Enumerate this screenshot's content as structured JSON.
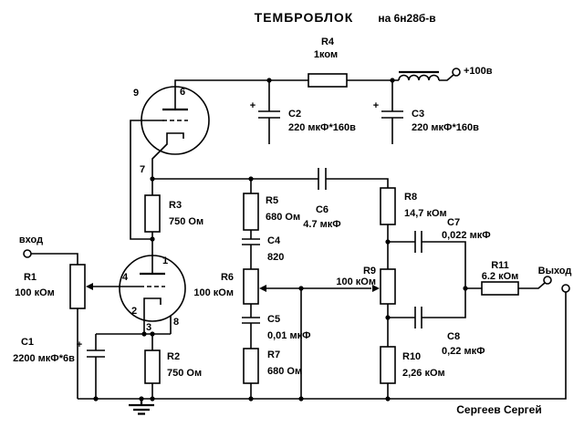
{
  "title": "ТЕМБРОБЛОК",
  "subtitle": "на 6н28б-в",
  "terminals": {
    "power": "+100в",
    "input": "вход",
    "output": "Выход"
  },
  "signature": "Сергеев Сергей",
  "polarity_mark": "+",
  "components": {
    "r1": {
      "name": "R1",
      "value": "100 кОм"
    },
    "r2": {
      "name": "R2",
      "value": "750 Ом"
    },
    "r3": {
      "name": "R3",
      "value": "750 Ом"
    },
    "r4": {
      "name": "R4",
      "value": "1ком"
    },
    "r5": {
      "name": "R5",
      "value": "680 Ом"
    },
    "r6": {
      "name": "R6",
      "value": "100 кОм"
    },
    "r7": {
      "name": "R7",
      "value": "680 Ом"
    },
    "r8": {
      "name": "R8",
      "value": "14,7 кОм"
    },
    "r9": {
      "name": "R9",
      "value": "100 кОм"
    },
    "r10": {
      "name": "R10",
      "value": "2,26 кОм"
    },
    "r11": {
      "name": "R11",
      "value": "6.2 кОм"
    },
    "c1": {
      "name": "C1",
      "value": "2200 мкФ*6в"
    },
    "c2": {
      "name": "C2",
      "value": "220 мкФ*160в"
    },
    "c3": {
      "name": "C3",
      "value": "220 мкФ*160в"
    },
    "c4": {
      "name": "C4",
      "value": "820"
    },
    "c5": {
      "name": "C5",
      "value": "0,01 мкФ"
    },
    "c6": {
      "name": "C6",
      "value": "4.7 мкФ"
    },
    "c7": {
      "name": "C7",
      "value": "0,022 мкФ"
    },
    "c8": {
      "name": "C8",
      "value": "0,22 мкФ"
    }
  },
  "pins": {
    "v1a": {
      "plate": "6",
      "grid": "9",
      "cathode": "7"
    },
    "v1b": {
      "plate": "1",
      "grid": "4",
      "cathode": "2",
      "pin3": "3",
      "pin8": "8"
    }
  }
}
